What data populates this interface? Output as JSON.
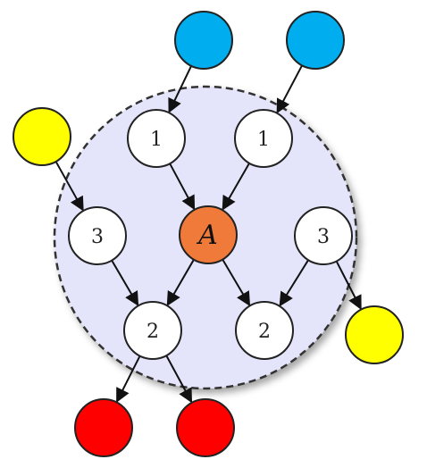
{
  "diagram": {
    "colors": {
      "region_fill": "#e4e4fb",
      "region_stroke": "#333333",
      "white_node": "#ffffff",
      "center_node": "#f07a3a",
      "blue_node": "#00aeef",
      "yellow_node": "#ffff00",
      "red_node": "#ff0000",
      "node_stroke": "#222222",
      "edge": "#111111"
    },
    "nodes": [
      {
        "id": "b1",
        "kind": "blue",
        "label": ""
      },
      {
        "id": "b2",
        "kind": "blue",
        "label": ""
      },
      {
        "id": "y1",
        "kind": "yellow",
        "label": ""
      },
      {
        "id": "y2",
        "kind": "yellow",
        "label": ""
      },
      {
        "id": "r1",
        "kind": "red",
        "label": ""
      },
      {
        "id": "r2",
        "kind": "red",
        "label": ""
      },
      {
        "id": "n1a",
        "kind": "white",
        "label": "1"
      },
      {
        "id": "n1b",
        "kind": "white",
        "label": "1"
      },
      {
        "id": "n3a",
        "kind": "white",
        "label": "3"
      },
      {
        "id": "n3b",
        "kind": "white",
        "label": "3"
      },
      {
        "id": "n2a",
        "kind": "white",
        "label": "2"
      },
      {
        "id": "n2b",
        "kind": "white",
        "label": "2"
      },
      {
        "id": "A",
        "kind": "center",
        "label": "A"
      }
    ],
    "edges": [
      [
        "b1",
        "n1a"
      ],
      [
        "b2",
        "n1b"
      ],
      [
        "n1a",
        "A"
      ],
      [
        "n1b",
        "A"
      ],
      [
        "y1",
        "n3a"
      ],
      [
        "n3a",
        "n2a"
      ],
      [
        "A",
        "n2a"
      ],
      [
        "A",
        "n2b"
      ],
      [
        "n3b",
        "n2b"
      ],
      [
        "n3b",
        "y2"
      ],
      [
        "n2a",
        "r1"
      ],
      [
        "n2a",
        "r2"
      ]
    ]
  }
}
